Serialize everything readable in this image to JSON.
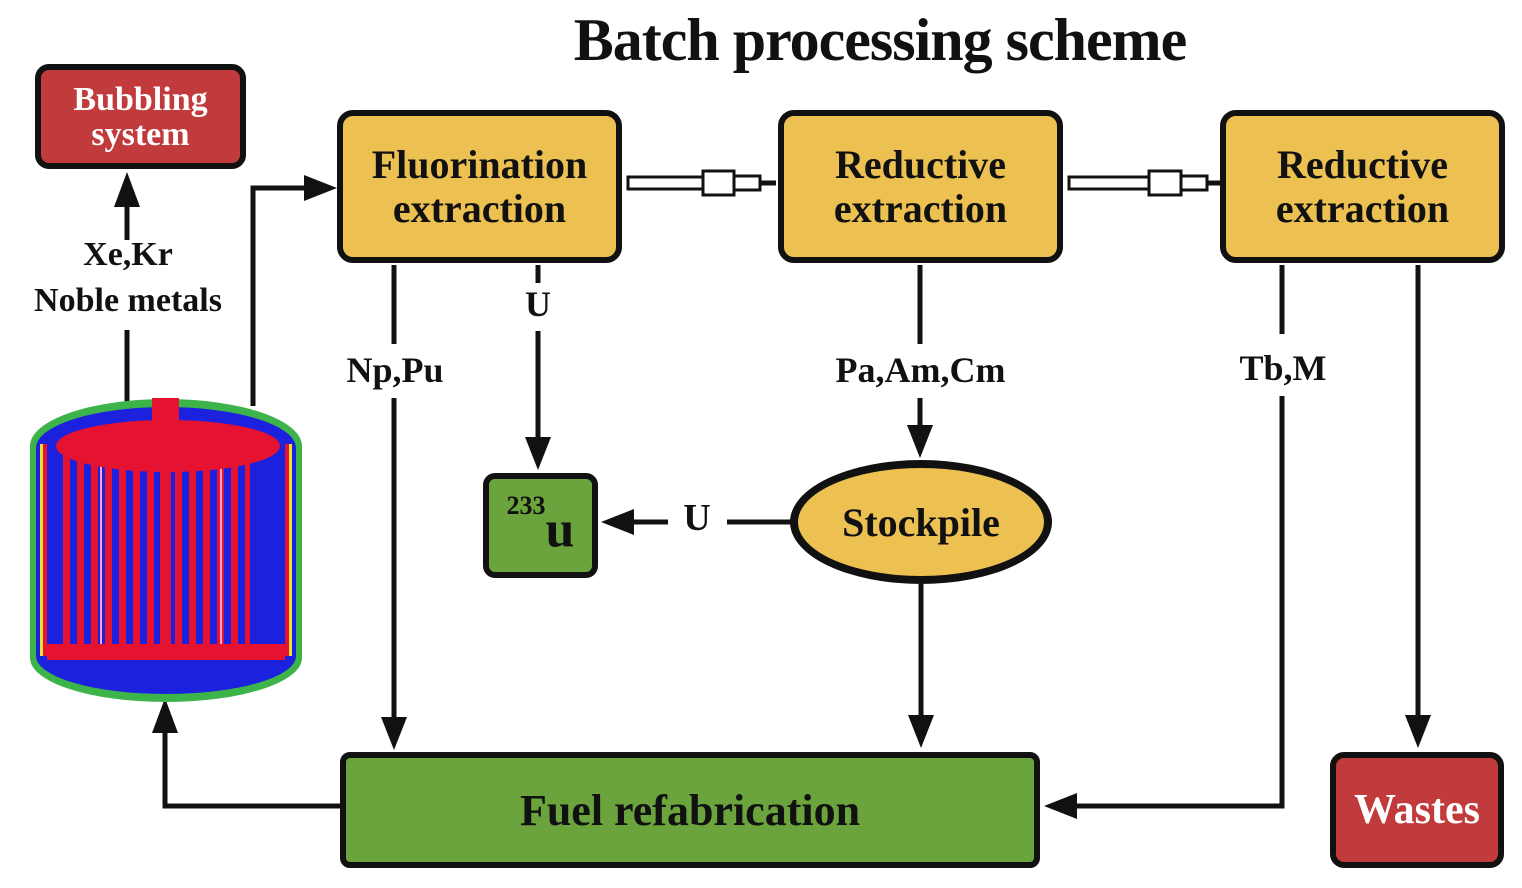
{
  "title": "Batch processing scheme",
  "nodes": {
    "bubbling_system": {
      "line1": "Bubbling",
      "line2": "system"
    },
    "fluorination_extraction": {
      "line1": "Fluorination",
      "line2": "extraction"
    },
    "reductive_extraction_1": {
      "line1": "Reductive",
      "line2": "extraction"
    },
    "reductive_extraction_2": {
      "line1": "Reductive",
      "line2": "extraction"
    },
    "u233": {
      "mass_number": "233",
      "symbol": "u"
    },
    "stockpile": {
      "label": "Stockpile"
    },
    "fuel_refabrication": {
      "label": "Fuel refabrication"
    },
    "wastes": {
      "label": "Wastes"
    }
  },
  "flow_labels": {
    "offgas_line1": "Xe,Kr",
    "offgas_line2": "Noble metals",
    "np_pu": "Np,Pu",
    "u_to_u233": "U",
    "pa_am_cm": "Pa,Am,Cm",
    "tb_m": "Tb,M",
    "u_from_stockpile": "U"
  },
  "colors": {
    "process_yellow": "#ecc152",
    "alert_red": "#c23b3c",
    "product_green": "#6ba43c",
    "line_black": "#111111",
    "reactor_shell_green": "#3cb44a",
    "reactor_blue": "#1c21dd",
    "reactor_red": "#e51330"
  }
}
